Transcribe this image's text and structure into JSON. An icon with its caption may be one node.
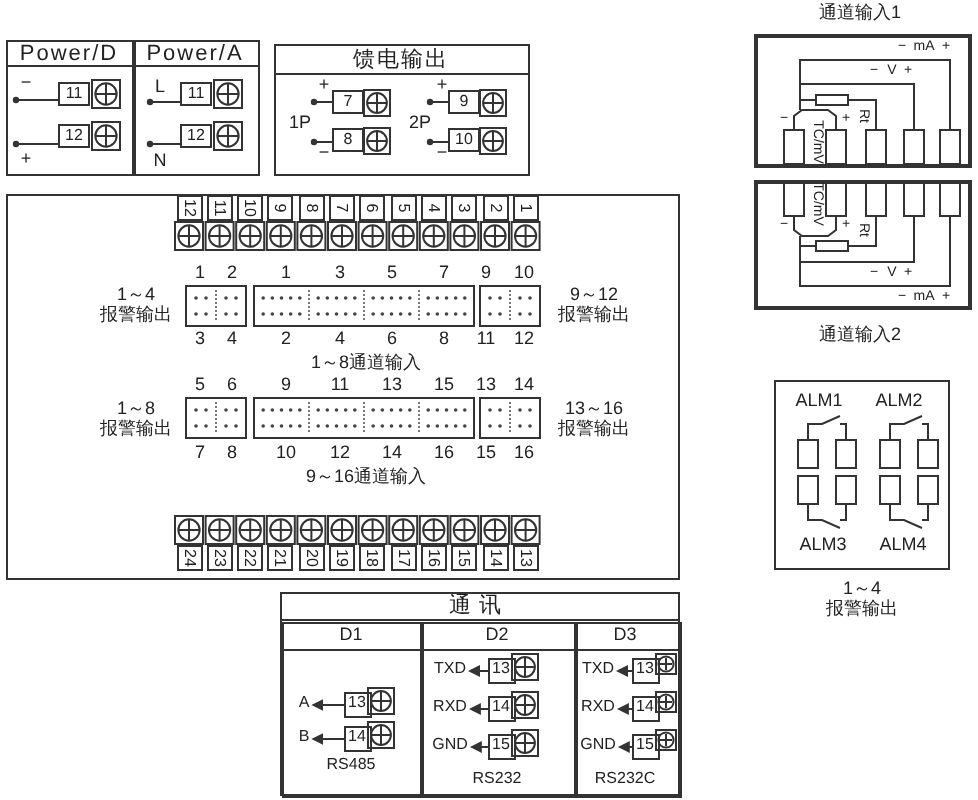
{
  "diagram": {
    "nodes": [
      {
        "text": [
          "Power/D"
        ]
      },
      {
        "text": [
          "Power/A"
        ]
      },
      {
        "text": [
          "馈电输出"
        ]
      },
      {
        "text": [],
        "shape": "box",
        "beside": [
          "通道输入1"
        ]
      },
      {
        "text": [],
        "shape": "box",
        "beside": [
          "通道输入2"
        ]
      },
      {
        "text": [],
        "shape": "box"
      },
      {
        "text": [
          "ALM1",
          "ALM2",
          "ALM3",
          "ALM4"
        ],
        "beside": [
          "1～4 报警输出"
        ]
      },
      {
        "text": [
          "通讯"
        ]
      },
      {
        "text": [
          "D1",
          "RS485"
        ],
        "in": 7
      },
      {
        "text": [
          "D2",
          "RS232"
        ],
        "in": 7
      },
      {
        "text": [
          "D3",
          "RS232C"
        ],
        "in": 7
      },
      {
        "text": [
          "13"
        ],
        "in": 8
      },
      {
        "text": [
          "14"
        ],
        "in": 8
      },
      {
        "text": [
          "A"
        ],
        "in": 8
      },
      {
        "text": [
          "B"
        ],
        "in": 8
      },
      {
        "text": [
          "13"
        ],
        "in": 9
      },
      {
        "text": [
          "14"
        ],
        "in": 9
      },
      {
        "text": [
          "15"
        ],
        "in": 9
      },
      {
        "text": [
          "TXD"
        ],
        "in": 9
      },
      {
        "text": [
          "RXD"
        ],
        "in": 9
      },
      {
        "text": [
          "GND"
        ],
        "in": 9
      },
      {
        "text": [
          "13"
        ],
        "in": 10
      },
      {
        "text": [
          "14"
        ],
        "in": 10
      },
      {
        "text": [
          "15"
        ],
        "in": 10
      },
      {
        "text": [
          "TXD"
        ],
        "in": 10
      },
      {
        "text": [
          "RXD"
        ],
        "in": 10
      },
      {
        "text": [
          "GND"
        ],
        "in": 10
      }
    ],
    "edges": [
      {
        "from": 11,
        "to": 13,
        "arrow": "to"
      },
      {
        "from": 12,
        "to": 14,
        "arrow": "to"
      },
      {
        "from": 15,
        "to": 18,
        "arrow": "to"
      },
      {
        "from": 16,
        "to": 19,
        "arrow": "to"
      },
      {
        "from": 17,
        "to": 20,
        "arrow": "to"
      },
      {
        "from": 21,
        "to": 24,
        "arrow": "to"
      },
      {
        "from": 22,
        "to": 25,
        "arrow": "to"
      },
      {
        "from": 23,
        "to": 26,
        "arrow": "to"
      }
    ],
    "labels": [
      "−",
      "11",
      "12",
      "+",
      "L",
      "11",
      "12",
      "N",
      "+",
      "7",
      "1P",
      "−",
      "8",
      "+",
      "9",
      "2P",
      "−",
      "10",
      "12",
      "11",
      "10",
      "9",
      "8",
      "7",
      "6",
      "5",
      "4",
      "3",
      "2",
      "1",
      "1",
      "2",
      "1",
      "3",
      "5",
      "7",
      "9",
      "10",
      "1～4 报警输出",
      "9～12 报警输出",
      "3",
      "4",
      "2",
      "4",
      "6",
      "8",
      "11",
      "12",
      "1～8通道输入",
      "5",
      "6",
      "9",
      "11",
      "13",
      "15",
      "13",
      "14",
      "1～8 报警输出",
      "13～16 报警输出",
      "7",
      "8",
      "10",
      "12",
      "14",
      "16",
      "15",
      "16",
      "9～16通道输入",
      "24",
      "23",
      "22",
      "21",
      "20",
      "19",
      "18",
      "17",
      "16",
      "15",
      "14",
      "13",
      "−",
      "mA",
      "+",
      "−",
      "V",
      "+",
      "−",
      "TC/mV",
      "+",
      "Rt",
      "−",
      "TC/mV",
      "+",
      "Rt",
      "−",
      "V",
      "+",
      "−",
      "mA",
      "+"
    ]
  }
}
